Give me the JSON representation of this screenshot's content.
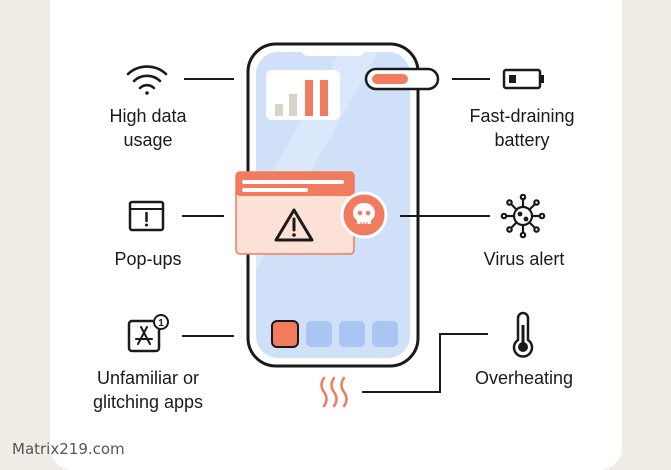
{
  "labels": {
    "high_data": "High data\nusage",
    "battery": "Fast-draining\nbattery",
    "popups": "Pop-ups",
    "virus": "Virus alert",
    "apps": "Unfamiliar or\nglitching apps",
    "overheating": "Overheating"
  },
  "watermark": "Matrix219.com",
  "app_badge_count": "1",
  "battery_charge_fraction": 0.6,
  "colors": {
    "accent": "#f07b5f",
    "accent_light": "#fde0d6",
    "screen": "#cfe0f8",
    "app_icon": "#a9c6f2",
    "bar_light": "#d9d2c6",
    "ink": "#1a1a1a"
  }
}
